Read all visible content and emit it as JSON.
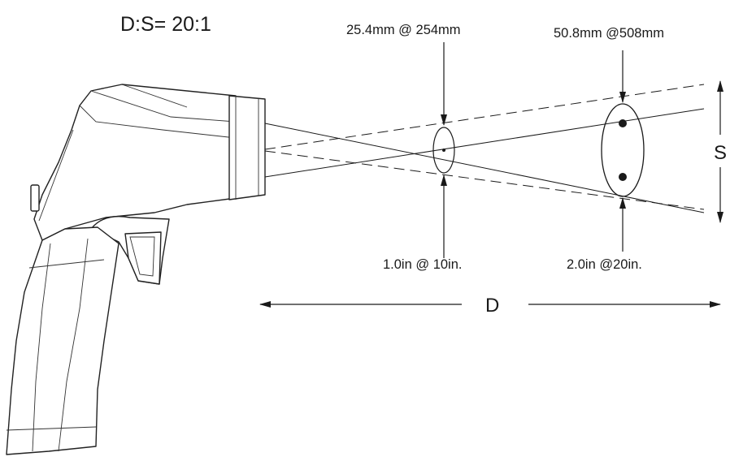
{
  "title": "D:S= 20:1",
  "near_spot": {
    "metric_label": "25.4mm @ 254mm",
    "imperial_label": "1.0in @ 10in."
  },
  "far_spot": {
    "metric_label": "50.8mm @508mm",
    "imperial_label": "2.0in @20in."
  },
  "spot_size_label": "S",
  "distance_label": "D",
  "colors": {
    "line": "#1a1a1a",
    "background": "#ffffff"
  },
  "icons": {
    "device": "infrared-thermometer-gun-icon"
  }
}
